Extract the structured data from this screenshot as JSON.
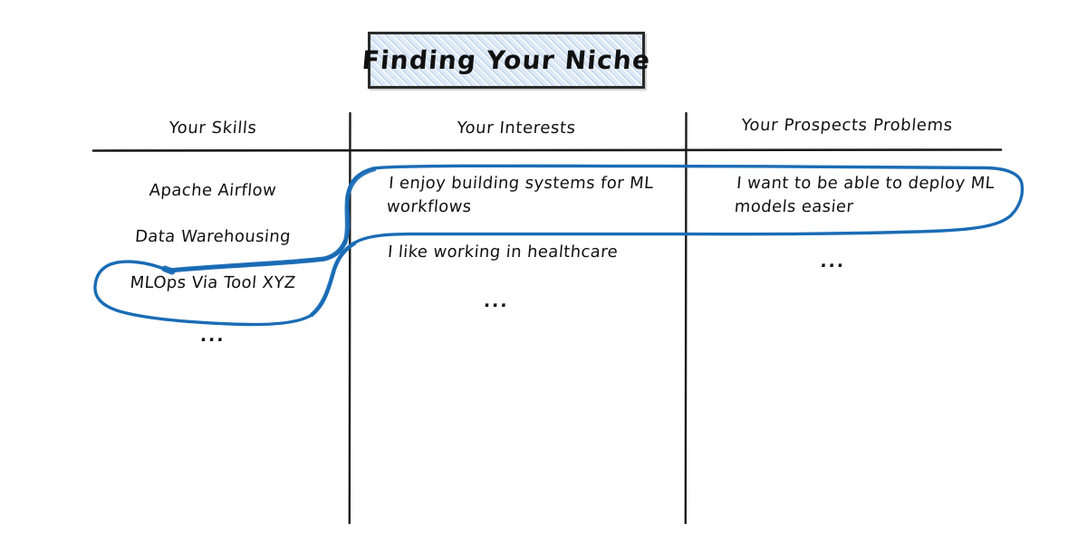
{
  "title": {
    "text": "Finding Your Niche",
    "box_fill": "#dde9f6",
    "box_border": "#2b2b2b"
  },
  "table": {
    "headers": [
      {
        "label": "Your Skills"
      },
      {
        "label": "Your Interests"
      },
      {
        "label": "Your Prospects Problems"
      }
    ],
    "columns": [
      {
        "name": "your-skills",
        "items": [
          "Apache Airflow",
          "Data Warehousing",
          "MLOps Via Tool XYZ",
          "..."
        ]
      },
      {
        "name": "your-interests",
        "items": [
          "I enjoy building systems for ML workflows",
          "I like working in healthcare",
          "..."
        ]
      },
      {
        "name": "your-prospects-problems",
        "items": [
          "I want to be able to deploy ML models easier",
          "..."
        ]
      }
    ]
  },
  "annotation": {
    "name": "niche-highlight-loop",
    "color": "#1a6cb5",
    "description": "Hand-drawn blue loop connecting MLOps Via Tool XYZ, the ML workflows interest, and the ML deployment problem"
  },
  "style": {
    "background": "#ffffff",
    "ink": "#111111",
    "rule": "#1a1a1a"
  }
}
